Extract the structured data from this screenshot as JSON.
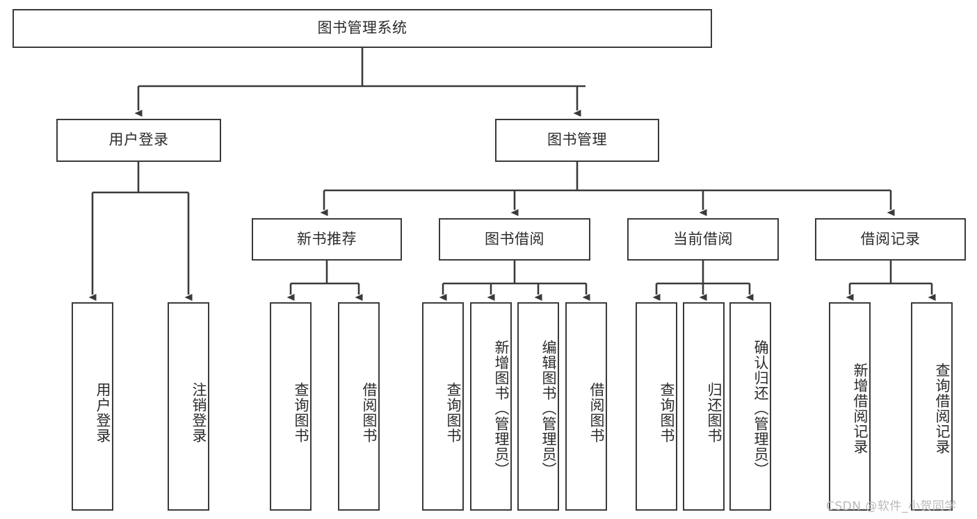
{
  "diagram": {
    "type": "tree-hierarchy-diagram",
    "title": "图书管理系统",
    "orientation": "top-down",
    "colors": {
      "box_border": "#3a3a3a",
      "box_fill": "#ffffff",
      "connector": "#3a3a3a",
      "text": "#2b2b2b",
      "watermark": "#b9b9b9"
    },
    "levels": {
      "level1": [
        "图书管理系统"
      ],
      "level2": [
        "用户登录",
        "图书管理"
      ],
      "level3": [
        "新书推荐",
        "图书借阅",
        "当前借阅",
        "借阅记录"
      ],
      "level4": [
        "用户登录",
        "注销登录",
        "查询图书",
        "借阅图书",
        "查询图书",
        "新增图书（管理员）",
        "编辑图书（管理员）",
        "借阅图书",
        "查询图书",
        "归还图书",
        "确认归还（管理员）",
        "新增借阅记录",
        "查询借阅记录"
      ]
    },
    "nodes": {
      "root": {
        "label": "图书管理系统"
      },
      "user_login": {
        "label": "用户登录"
      },
      "book_manage": {
        "label": "图书管理"
      },
      "new_book_rec": {
        "label": "新书推荐"
      },
      "book_borrow": {
        "label": "图书借阅"
      },
      "current_borrow": {
        "label": "当前借阅"
      },
      "borrow_record": {
        "label": "借阅记录"
      },
      "leaf_user_login": {
        "label": "用户登录"
      },
      "leaf_logout": {
        "label": "注销登录"
      },
      "leaf_query_book_a": {
        "label": "查询图书"
      },
      "leaf_borrow_book_a": {
        "label": "借阅图书"
      },
      "leaf_query_book_b": {
        "label": "查询图书"
      },
      "leaf_add_book": {
        "label": "新增图书（管理员）"
      },
      "leaf_edit_book": {
        "label": "编辑图书（管理员）"
      },
      "leaf_borrow_book_b": {
        "label": "借阅图书"
      },
      "leaf_query_book_c": {
        "label": "查询图书"
      },
      "leaf_return_book": {
        "label": "归还图书"
      },
      "leaf_confirm_return": {
        "label": "确认归还（管理员）"
      },
      "leaf_add_record": {
        "label": "新增借阅记录"
      },
      "leaf_query_record": {
        "label": "查询借阅记录"
      }
    },
    "edges": [
      {
        "from": "root",
        "to": "user_login"
      },
      {
        "from": "root",
        "to": "book_manage"
      },
      {
        "from": "user_login",
        "to": "leaf_user_login"
      },
      {
        "from": "user_login",
        "to": "leaf_logout"
      },
      {
        "from": "book_manage",
        "to": "new_book_rec"
      },
      {
        "from": "book_manage",
        "to": "book_borrow"
      },
      {
        "from": "book_manage",
        "to": "current_borrow"
      },
      {
        "from": "book_manage",
        "to": "borrow_record"
      },
      {
        "from": "new_book_rec",
        "to": "leaf_query_book_a"
      },
      {
        "from": "new_book_rec",
        "to": "leaf_borrow_book_a"
      },
      {
        "from": "book_borrow",
        "to": "leaf_query_book_b"
      },
      {
        "from": "book_borrow",
        "to": "leaf_add_book"
      },
      {
        "from": "book_borrow",
        "to": "leaf_edit_book"
      },
      {
        "from": "book_borrow",
        "to": "leaf_borrow_book_b"
      },
      {
        "from": "current_borrow",
        "to": "leaf_query_book_c"
      },
      {
        "from": "current_borrow",
        "to": "leaf_return_book"
      },
      {
        "from": "current_borrow",
        "to": "leaf_confirm_return"
      },
      {
        "from": "borrow_record",
        "to": "leaf_add_record"
      },
      {
        "from": "borrow_record",
        "to": "leaf_query_record"
      }
    ]
  },
  "watermark": {
    "text": "CSDN @软件_小贺同学"
  }
}
